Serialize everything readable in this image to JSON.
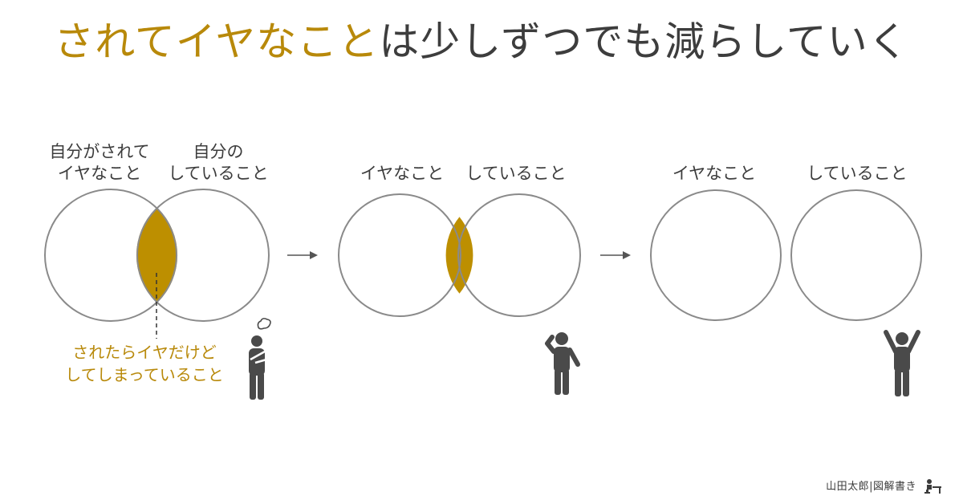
{
  "title": {
    "highlight": "されてイヤなこと",
    "rest": "は少しずつでも減らしていく"
  },
  "panels": [
    {
      "left_label_line1": "自分がされて",
      "left_label_line2": "イヤなこと",
      "right_label_line1": "自分の",
      "right_label_line2": "していること",
      "overlap_note_line1": "されたらイヤだけど",
      "overlap_note_line2": "してしまっていること",
      "person_icon": "confused-person-icon"
    },
    {
      "left_label": "イヤなこと",
      "right_label": "していること",
      "person_icon": "thinking-person-icon"
    },
    {
      "left_label": "イヤなこと",
      "right_label": "していること",
      "person_icon": "cheering-person-icon"
    }
  ],
  "arrows": [
    "arrow-right-icon",
    "arrow-right-icon"
  ],
  "colors": {
    "accent": "#bd8f00",
    "text": "#3c3c3c",
    "circle_stroke": "#8a8a8a"
  },
  "credit": {
    "text": "山田太郎|図解書き",
    "icon": "desk-person-icon"
  }
}
